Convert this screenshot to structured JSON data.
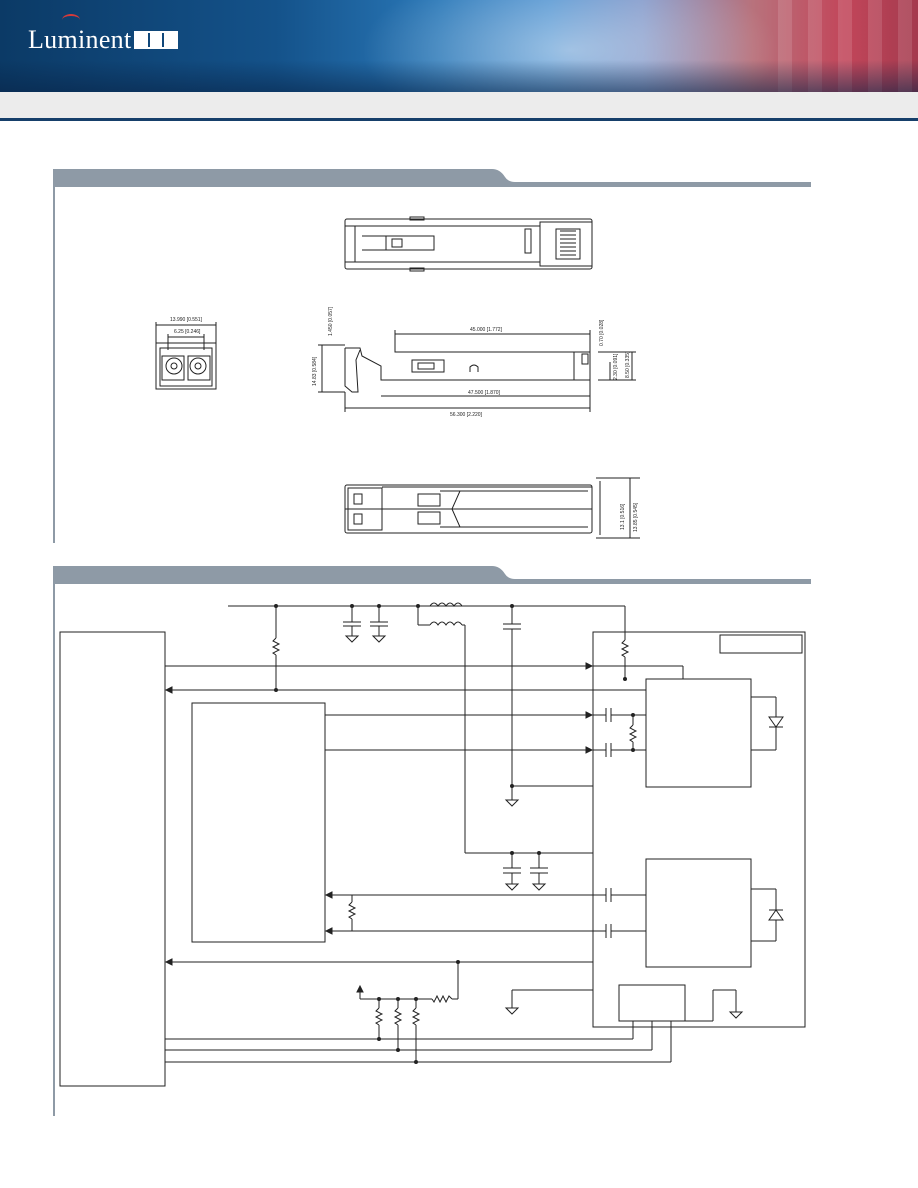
{
  "header": {
    "logo_text": "Luminent",
    "logo_mark_name": "oic-mark-icon"
  },
  "dimensions": {
    "front_width": "13.990 [0.551]",
    "front_port": "6.25 [0.246]",
    "side_body_length": "45.000 [1.772]",
    "side_top_offset": "1.450 [0.057]",
    "side_right_offset": "0.70 [0.028]",
    "side_height_left": "14.83 [0.584]",
    "side_right_small": "2.30 [0.091]",
    "side_right_height": "8.50 [0.335]",
    "side_lower_length": "47.500 [1.870]",
    "side_overall_length": "56.300 [2.220]",
    "bottom_inner_width": "13.1 [0.516]",
    "bottom_outer_width": "13.85 [0.545]"
  }
}
